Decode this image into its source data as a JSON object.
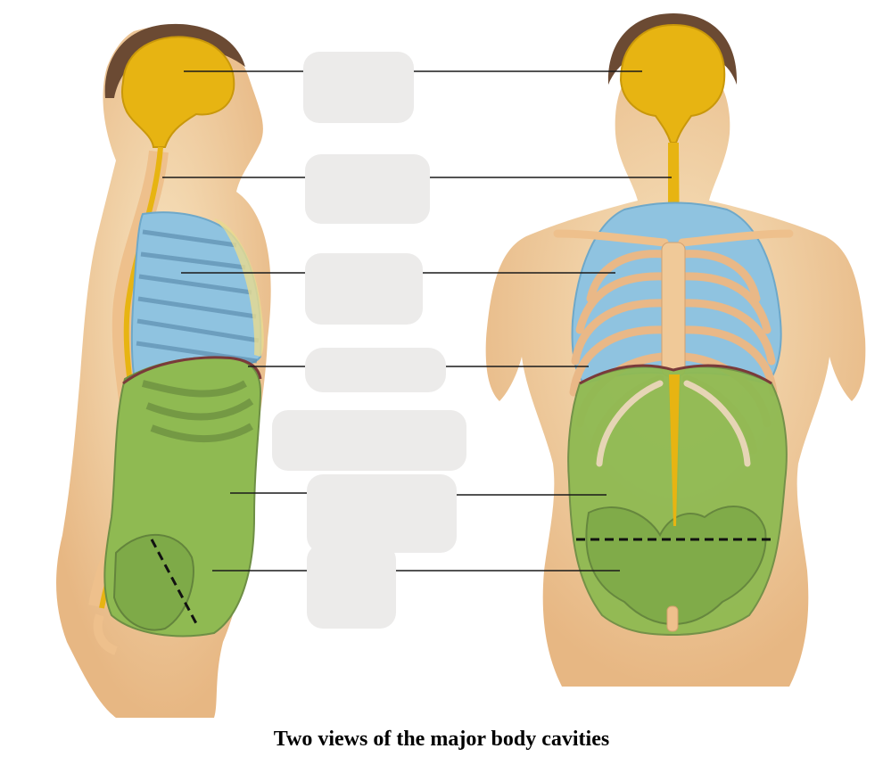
{
  "caption": "Two views of the major body cavities",
  "colors": {
    "skin": "#f1d3a4",
    "skin_shadow": "#e2b27e",
    "cranial_spinal": "#e7b412",
    "thoracic": "#8fc3e0",
    "abdominopelvic": "#8fba52",
    "bone": "#eec08c",
    "label_box": "#ecebea",
    "leader_line": "#1a1a1a"
  },
  "label_boxes": [
    {
      "id": "cranial",
      "text": ""
    },
    {
      "id": "vertebral",
      "text": ""
    },
    {
      "id": "thoracic",
      "text": ""
    },
    {
      "id": "diaphragm",
      "text": ""
    },
    {
      "id": "ventral",
      "text": ""
    },
    {
      "id": "abdominal",
      "text": ""
    },
    {
      "id": "pelvic",
      "text": ""
    }
  ]
}
